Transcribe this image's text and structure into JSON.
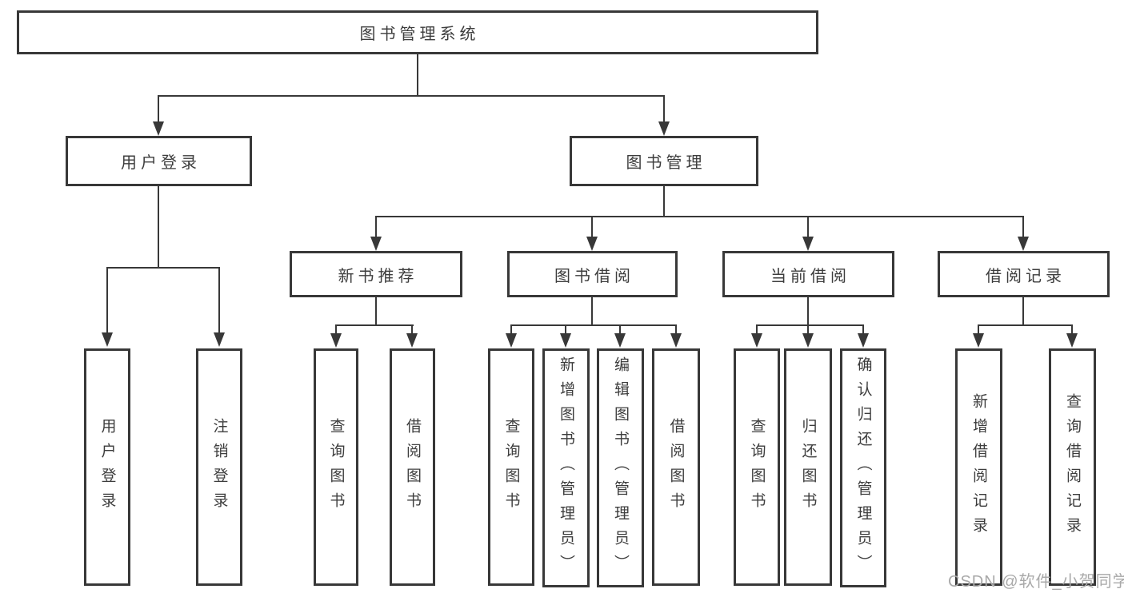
{
  "diagram": {
    "type": "tree",
    "colors": {
      "line": "#383838",
      "text": "#3d3d3d",
      "background": "#ffffff",
      "watermark": "#a9a9a9"
    },
    "nodes": {
      "root": {
        "label": "图书管理系统"
      },
      "user_login": {
        "label": "用户登录"
      },
      "book_management": {
        "label": "图书管理"
      },
      "new_book_recommend": {
        "label": "新书推荐"
      },
      "book_borrow": {
        "label": "图书借阅"
      },
      "current_borrow": {
        "label": "当前借阅"
      },
      "borrow_records": {
        "label": "借阅记录"
      }
    },
    "leaves": {
      "user_login_leaf": "用户登录",
      "logout": "注销登录",
      "nb_query": "查询图书",
      "nb_borrow": "借阅图书",
      "bb_query": "查询图书",
      "bb_add": "新增图书（管理员）",
      "bb_edit": "编辑图书（管理员）",
      "bb_borrow": "借阅图书",
      "cb_query": "查询图书",
      "cb_return": "归还图书",
      "cb_confirm": "确认归还（管理员）",
      "rec_add": "新增借阅记录",
      "rec_query": "查询借阅记录"
    },
    "hierarchy": {
      "图书管理系统": {
        "用户登录": [
          "用户登录",
          "注销登录"
        ],
        "图书管理": {
          "新书推荐": [
            "查询图书",
            "借阅图书"
          ],
          "图书借阅": [
            "查询图书",
            "新增图书（管理员）",
            "编辑图书（管理员）",
            "借阅图书"
          ],
          "当前借阅": [
            "查询图书",
            "归还图书",
            "确认归还（管理员）"
          ],
          "借阅记录": [
            "新增借阅记录",
            "查询借阅记录"
          ]
        }
      }
    }
  },
  "watermark": {
    "text": "CSDN @软件_小贺同学"
  }
}
